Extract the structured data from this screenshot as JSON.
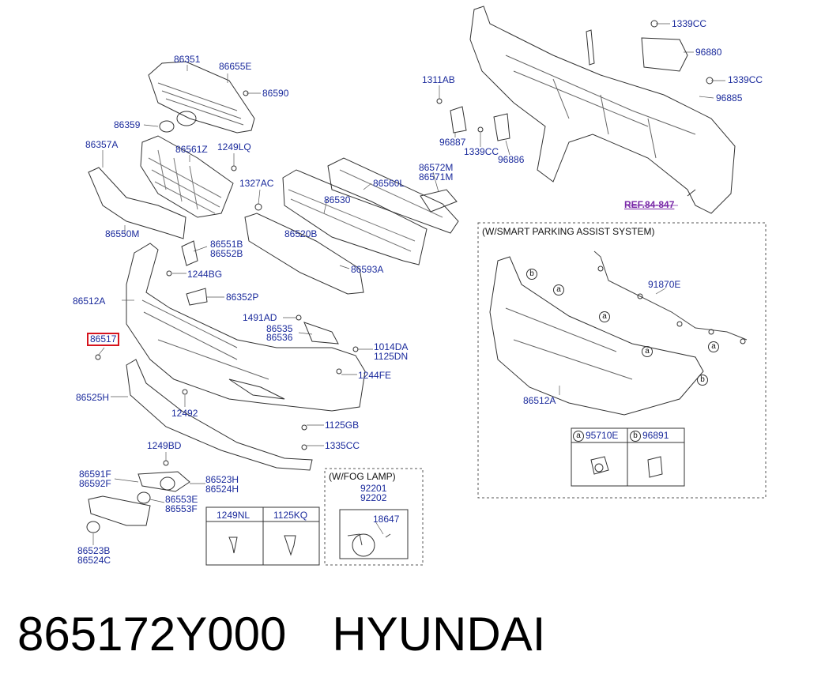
{
  "parts": [
    {
      "id": "p86351",
      "text": "86351"
    },
    {
      "id": "p86655E",
      "text": "86655E"
    },
    {
      "id": "p86590",
      "text": "86590"
    },
    {
      "id": "p86359",
      "text": "86359"
    },
    {
      "id": "p86357A",
      "text": "86357A"
    },
    {
      "id": "p86561Z",
      "text": "86561Z"
    },
    {
      "id": "p1249LQ",
      "text": "1249LQ"
    },
    {
      "id": "p1327AC",
      "text": "1327AC"
    },
    {
      "id": "p86550M",
      "text": "86550M"
    },
    {
      "id": "p86530",
      "text": "86530"
    },
    {
      "id": "p86560L",
      "text": "86560L"
    },
    {
      "id": "p86572M",
      "text": "86572M"
    },
    {
      "id": "p86571M",
      "text": "86571M"
    },
    {
      "id": "p86520B",
      "text": "86520B"
    },
    {
      "id": "p86551B",
      "text": "86551B"
    },
    {
      "id": "p86552B",
      "text": "86552B"
    },
    {
      "id": "p86593A",
      "text": "86593A"
    },
    {
      "id": "p1244BG",
      "text": "1244BG"
    },
    {
      "id": "p86512A",
      "text": "86512A"
    },
    {
      "id": "p86352P",
      "text": "86352P"
    },
    {
      "id": "p1491AD",
      "text": "1491AD"
    },
    {
      "id": "p86535",
      "text": "86535"
    },
    {
      "id": "p86536",
      "text": "86536"
    },
    {
      "id": "p86517",
      "text": "86517"
    },
    {
      "id": "p1014DA",
      "text": "1014DA"
    },
    {
      "id": "p1125DN",
      "text": "1125DN"
    },
    {
      "id": "p1244FE",
      "text": "1244FE"
    },
    {
      "id": "p86525H",
      "text": "86525H"
    },
    {
      "id": "p12492",
      "text": "12492"
    },
    {
      "id": "p1125GB",
      "text": "1125GB"
    },
    {
      "id": "p1335CC",
      "text": "1335CC"
    },
    {
      "id": "p1249BD",
      "text": "1249BD"
    },
    {
      "id": "p86591F",
      "text": "86591F"
    },
    {
      "id": "p86592F",
      "text": "86592F"
    },
    {
      "id": "p86523H",
      "text": "86523H"
    },
    {
      "id": "p86524H",
      "text": "86524H"
    },
    {
      "id": "p86553E",
      "text": "86553E"
    },
    {
      "id": "p86553F",
      "text": "86553F"
    },
    {
      "id": "p86523B",
      "text": "86523B"
    },
    {
      "id": "p86524C",
      "text": "86524C"
    },
    {
      "id": "p1311AB",
      "text": "1311AB"
    },
    {
      "id": "p96887",
      "text": "96887"
    },
    {
      "id": "p1339CC_mid",
      "text": "1339CC"
    },
    {
      "id": "p96886",
      "text": "96886"
    },
    {
      "id": "p1339CC_top",
      "text": "1339CC"
    },
    {
      "id": "p96880",
      "text": "96880"
    },
    {
      "id": "p1339CC_right",
      "text": "1339CC"
    },
    {
      "id": "p96885",
      "text": "96885"
    },
    {
      "id": "p91870E",
      "text": "91870E"
    },
    {
      "id": "p86512A_spa",
      "text": "86512A"
    },
    {
      "id": "p92201",
      "text": "92201"
    },
    {
      "id": "p92202",
      "text": "92202"
    },
    {
      "id": "p18647",
      "text": "18647"
    }
  ],
  "ref_link": "REF.84-847",
  "smart_parking_box": {
    "title": "(W/SMART PARKING ASSIST SYSTEM)",
    "cells": [
      "95710E",
      "96891"
    ],
    "markers": [
      "a",
      "b"
    ]
  },
  "fog_lamp_box": {
    "title": "(W/FOG LAMP)"
  },
  "fastener_table": {
    "cells": [
      "1249NL",
      "1125KQ"
    ]
  },
  "callout_a": "a",
  "callout_b": "b",
  "footer": {
    "part_number": "865172Y000",
    "brand": "HYUNDAI"
  },
  "colors": {
    "label": "#1a2a9c",
    "highlight": "#d6141e",
    "ref": "#7a2aa8",
    "line": "#333333"
  }
}
